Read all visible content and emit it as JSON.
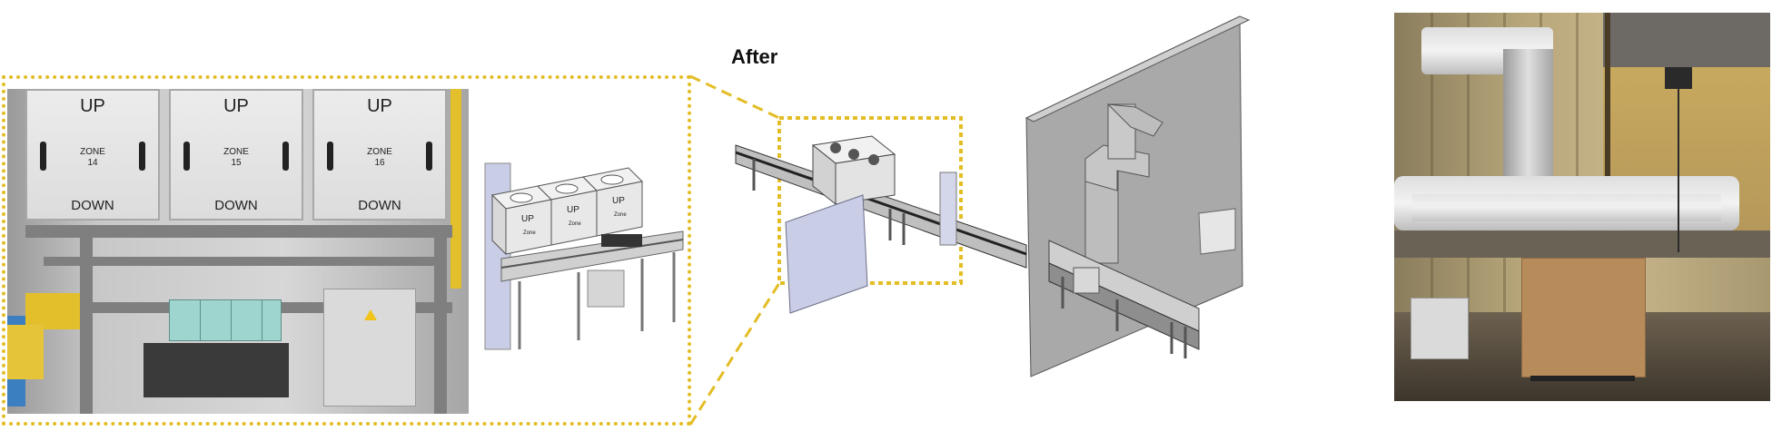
{
  "labels": {
    "after_title": "After"
  },
  "left_photo": {
    "cabinets": [
      {
        "up": "UP",
        "zone": "ZONE",
        "number": "14",
        "down": "DOWN"
      },
      {
        "up": "UP",
        "zone": "ZONE",
        "number": "15",
        "down": "DOWN"
      },
      {
        "up": "UP",
        "zone": "ZONE",
        "number": "16",
        "down": "DOWN"
      }
    ]
  },
  "cad_small": {
    "cabinets": [
      {
        "up": "UP",
        "zone": "Zone"
      },
      {
        "up": "UP",
        "zone": "Zone"
      },
      {
        "up": "UP",
        "zone": "Zone"
      }
    ]
  },
  "colors": {
    "callout": "#e3bd25",
    "cad_grey": "#a9a9a9",
    "cad_light": "#e3e3e3",
    "cad_blue": "#c9cde6"
  }
}
